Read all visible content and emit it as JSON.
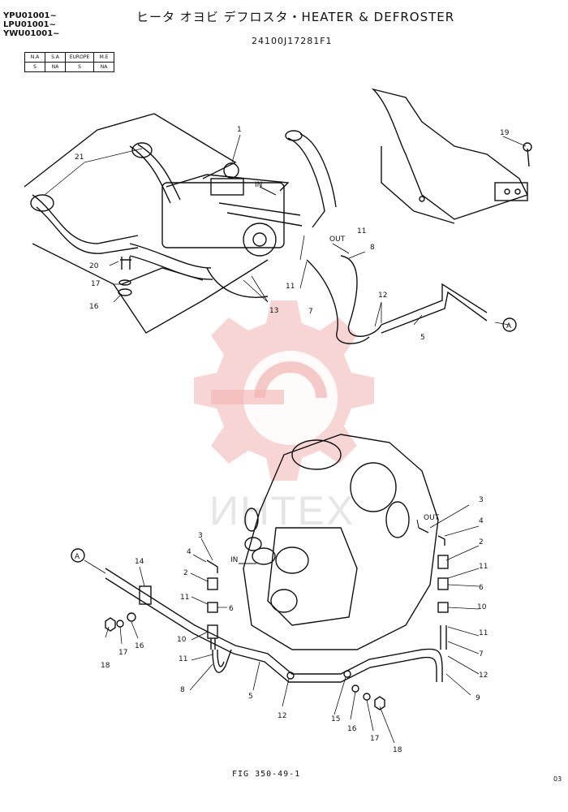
{
  "header": {
    "serials": [
      "YPU01001~",
      "LPU01001~",
      "YWU01001~"
    ],
    "title": "ヒータ オヨビ デフロスタ・HEATER & DEFROSTER",
    "part_number": "24100J17281F1"
  },
  "applicability": {
    "headers": [
      "N.A",
      "S.A",
      "EUROPE",
      "M.E"
    ],
    "values": [
      "S",
      "NA",
      "S",
      "NA"
    ]
  },
  "labels": {
    "in_top": "IN",
    "out_top": "OUT",
    "in_bottom": "IN",
    "out_bottom": "OUT",
    "connector_a": "A"
  },
  "callouts_top": [
    "1",
    "21",
    "19",
    "20",
    "17",
    "16",
    "11",
    "8",
    "11",
    "7",
    "13",
    "12",
    "5"
  ],
  "callouts_bottom": [
    "3",
    "4",
    "2",
    "11",
    "6",
    "10",
    "11",
    "7",
    "12",
    "9",
    "3",
    "4",
    "2",
    "11",
    "6",
    "10",
    "11",
    "8",
    "5",
    "12",
    "14",
    "18",
    "17",
    "16",
    "15",
    "16",
    "17",
    "18"
  ],
  "watermark": {
    "text": "ИНТЕХ",
    "color": "#e53935"
  },
  "footer": {
    "figure": "FIG 350-49-1",
    "page_code": "03"
  }
}
